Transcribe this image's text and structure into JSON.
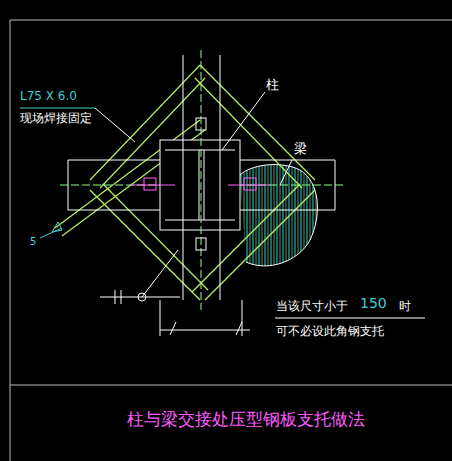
{
  "diagram": {
    "title": "柱与梁交接处压型钢板支托做法",
    "labels": [
      "L75 X 6.0",
      "现场焊接固定",
      "柱",
      "梁",
      "5",
      "当该尺寸小于",
      "150",
      "时",
      "可不必设此角钢支托"
    ]
  }
}
